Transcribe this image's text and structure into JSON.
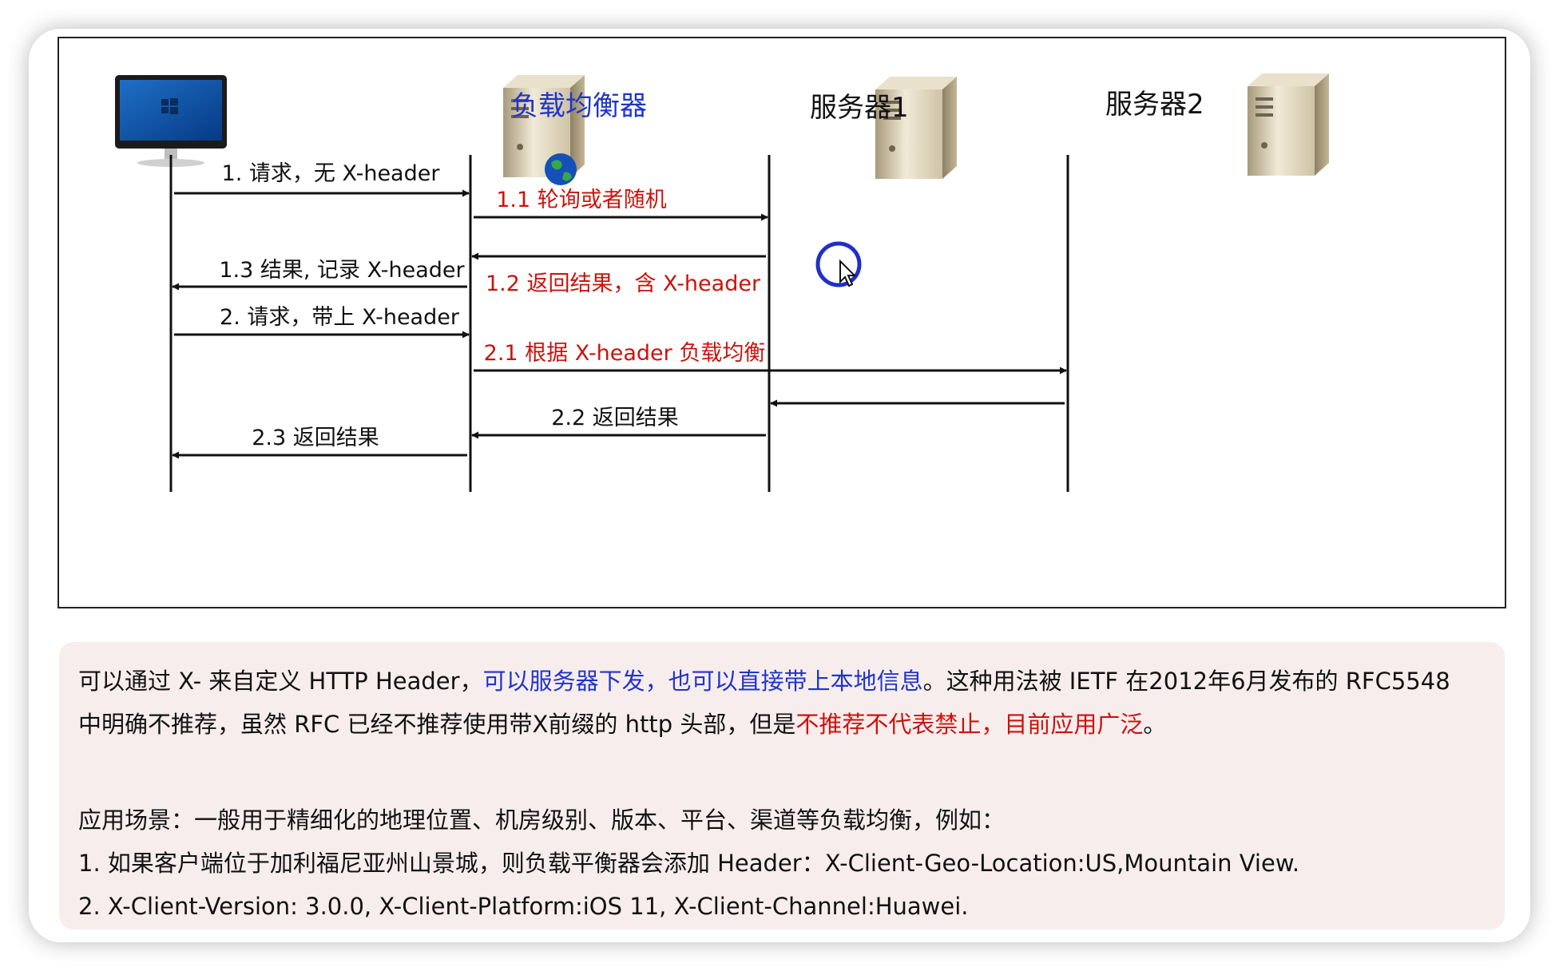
{
  "colors": {
    "label_blue": "#1f35c9",
    "label_red": "#c8140e",
    "note_background": "#f8eded"
  },
  "participants": [
    {
      "id": "client",
      "label": "",
      "icon": "monitor-icon"
    },
    {
      "id": "lb",
      "label": "负载均衡器",
      "icon": "server-globe-icon",
      "color": "#1f35c9"
    },
    {
      "id": "server1",
      "label": "服务器1",
      "icon": "server-icon",
      "color": "#111111"
    },
    {
      "id": "server2",
      "label": "服务器2",
      "icon": "server-icon",
      "color": "#111111"
    }
  ],
  "messages": [
    {
      "from": "client",
      "to": "lb",
      "label": "1. 请求，无 X-header",
      "color": "#111111"
    },
    {
      "from": "lb",
      "to": "server1",
      "label": "1.1 轮询或者随机",
      "color": "#c8140e"
    },
    {
      "from": "server1",
      "to": "lb",
      "label": "1.2 返回结果，含 X-header",
      "color": "#c8140e"
    },
    {
      "from": "lb",
      "to": "client",
      "label": "1.3 结果, 记录 X-header",
      "color": "#111111"
    },
    {
      "from": "client",
      "to": "lb",
      "label": "2. 请求，带上 X-header",
      "color": "#111111"
    },
    {
      "from": "lb",
      "to": "server2",
      "label": "2.1 根据 X-header 负载均衡",
      "color": "#c8140e"
    },
    {
      "from": "server2",
      "to": "server1",
      "label": "",
      "color": "#111111"
    },
    {
      "from": "server1",
      "to": "lb",
      "label": "2.2 返回结果",
      "color": "#111111"
    },
    {
      "from": "lb",
      "to": "client",
      "label": "2.3 返回结果",
      "color": "#111111"
    }
  ],
  "note": {
    "line1_a": "可以通过 X- 来自定义 HTTP Header，",
    "line1_b": "可以服务器下发，也可以直接带上本地信息",
    "line1_c": "。这种用法被 IETF 在2012年6月发布的 RFC5548",
    "line2_a": "中明确不推荐，虽然 RFC 已经不推荐使用带X前缀的 http 头部，但是",
    "line2_b": "不推荐不代表禁止，目前应用广泛",
    "line2_c": "。",
    "scenario": "应用场景：一般用于精细化的地理位置、机房级别、版本、平台、渠道等负载均衡，例如：",
    "example1": "1. 如果客户端位于加利福尼亚州山景城，则负载平衡器会添加 Header：X-Client-Geo-Location:US,Mountain View.",
    "example2": "2. X-Client-Version: 3.0.0, X-Client-Platform:iOS 11, X-Client-Channel:Huawei."
  }
}
